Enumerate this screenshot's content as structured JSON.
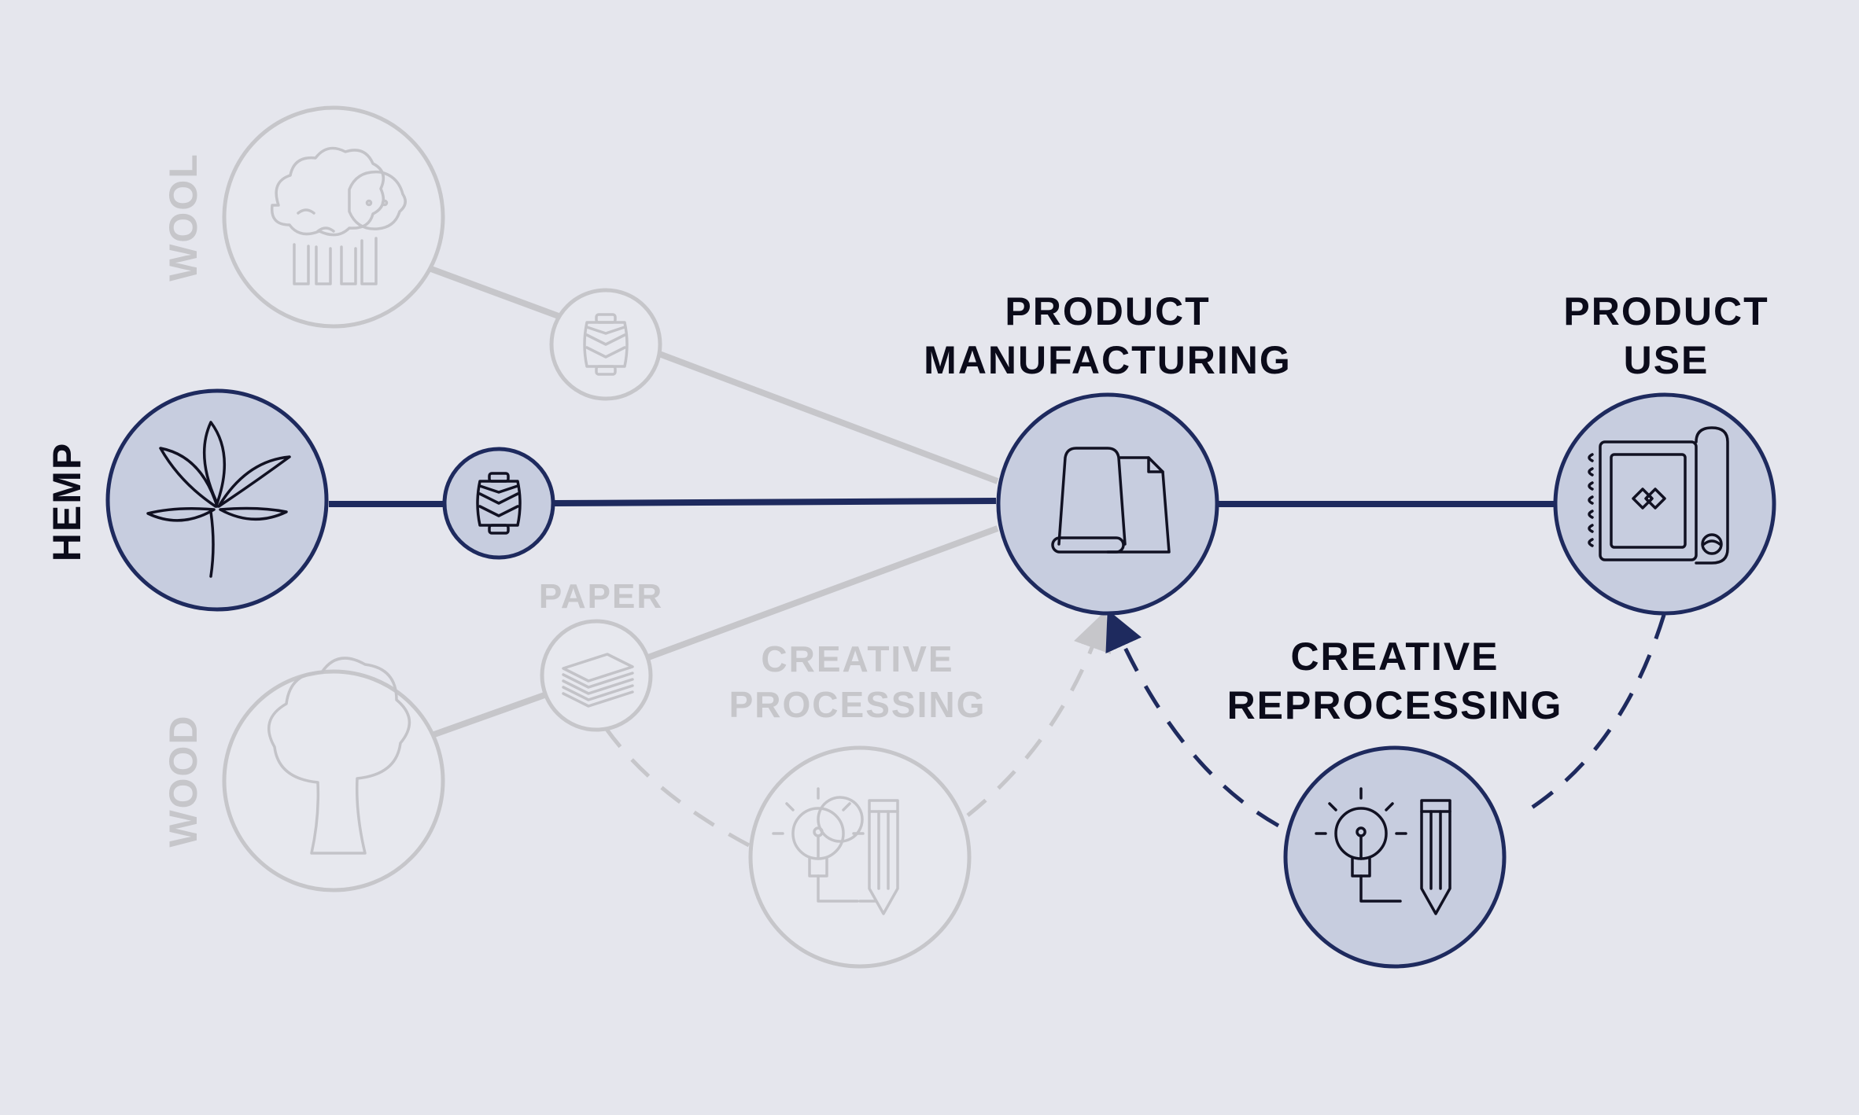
{
  "colors": {
    "background": "#e5e6ed",
    "active_stroke": "#1e2a5e",
    "active_fill": "#c7cddf",
    "faded_stroke": "#c6c6ca",
    "active_text": "#0b0b1a",
    "faded_text": "#c6c6ca"
  },
  "labels": {
    "wool": "WOOL",
    "hemp": "HEMP",
    "wood": "WOOD",
    "paper": "PAPER",
    "creative_processing": [
      "CREATIVE",
      "PROCESSING"
    ],
    "product_manufacturing": [
      "PRODUCT",
      "MANUFACTURING"
    ],
    "product_use": [
      "PRODUCT",
      "USE"
    ],
    "creative_reprocessing": [
      "CREATIVE",
      "REPROCESSING"
    ]
  },
  "icons": {
    "wool": "sheep-icon",
    "wool_yarn": "yarn-spool-icon",
    "hemp": "hemp-leaf-icon",
    "hemp_yarn": "yarn-spool-icon",
    "wood": "tree-icon",
    "paper": "paper-stack-icon",
    "creative_processing": "lightbulb-pencil-icon",
    "product_manufacturing": "fabric-roll-icon",
    "product_use": "notebook-scroll-icon",
    "creative_reprocessing": "lightbulb-pencil-icon"
  }
}
